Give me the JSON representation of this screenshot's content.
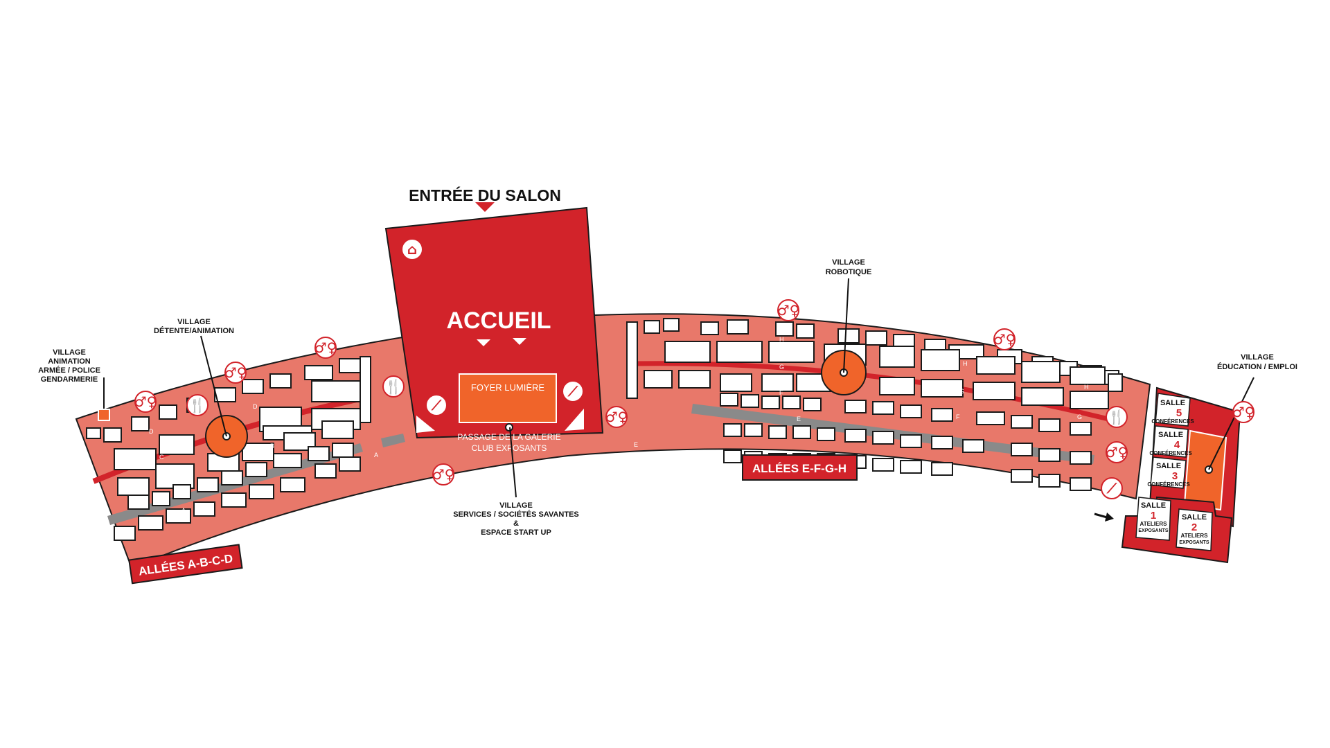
{
  "entrance": {
    "title": "ENTRÉE DU SALON"
  },
  "accueil": {
    "title": "ACCUEIL",
    "foyer": "FOYER LUMIÈRE"
  },
  "passage": {
    "line1": "PASSAGE DE LA GALERIE",
    "line2": "CLUB EXPOSANTS"
  },
  "villages": {
    "animation": [
      "VILLAGE",
      "ANIMATION",
      "ARMÉE / POLICE",
      "GENDARMERIE"
    ],
    "detente": [
      "VILLAGE",
      "DÉTENTE/ANIMATION"
    ],
    "robotique": [
      "VILLAGE",
      "ROBOTIQUE"
    ],
    "services": [
      "VILLAGE",
      "SERVICES / SOCIÉTÉS SAVANTES",
      "&",
      "ESPACE START UP"
    ],
    "education": [
      "VILLAGE",
      "ÉDUCATION / EMPLOI"
    ]
  },
  "aisles": {
    "left": "ALLÉES A-B-C-D",
    "right": "ALLÉES E-F-G-H"
  },
  "aisle_letters": [
    "A",
    "B",
    "C",
    "D",
    "E",
    "F",
    "G",
    "H"
  ],
  "rooms": [
    {
      "word": "SALLE",
      "number": "5",
      "caption": "CONFÉRENCES"
    },
    {
      "word": "SALLE",
      "number": "4",
      "caption": "CONFÉRENCES"
    },
    {
      "word": "SALLE",
      "number": "3",
      "caption": "CONFÉRENCES"
    },
    {
      "word": "SALLE",
      "number": "1",
      "caption1": "ATELIERS",
      "caption2": "EXPOSANTS"
    },
    {
      "word": "SALLE",
      "number": "2",
      "caption1": "ATELIERS",
      "caption2": "EXPOSANTS"
    }
  ],
  "icons": {
    "restroom": "restroom-icon",
    "restaurant": "restaurant-icon",
    "cloakroom": "cloakroom-icon",
    "escalator": "escalator-icon"
  },
  "colors": {
    "hall": "#e8786a",
    "red": "#d2232a",
    "orange": "#f0642a",
    "aisle": "#d2232a",
    "gray": "#8a8a8a"
  }
}
